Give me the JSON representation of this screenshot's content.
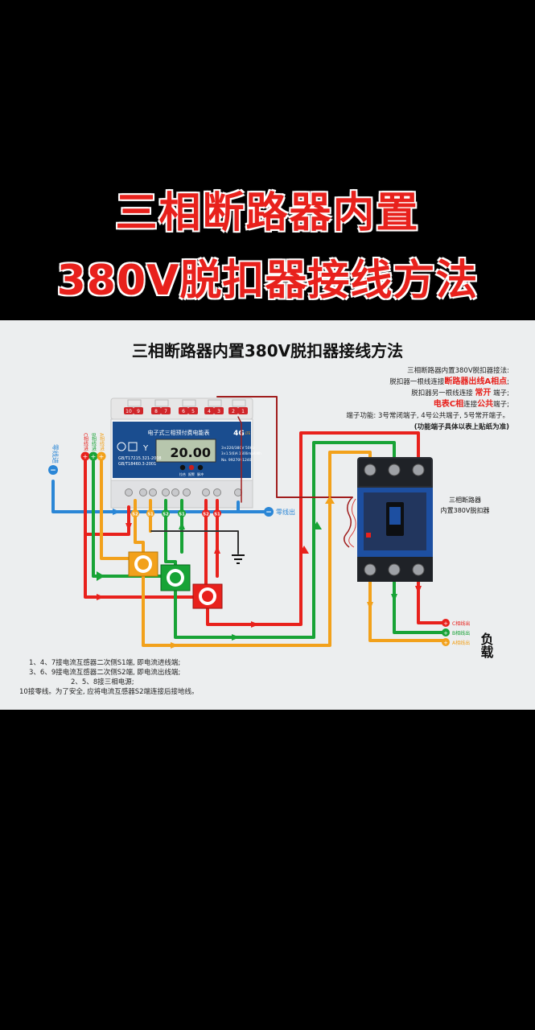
{
  "hero": {
    "line1": "三相断路器内置",
    "line2": "380V脱扣器接线方法"
  },
  "diagram": {
    "title": "三相断路器内置380V脱扣器接线方法",
    "notes": {
      "l1": "三相断路器内置380V脱扣器接法:",
      "l2a": "脱扣器一根线连接",
      "l2b": "断路器出线A相点",
      "l2c": ";",
      "l3a": "脱扣器另一根线连接 ",
      "l3b": "常开",
      "l3c": " 端子;",
      "l4a": "电表C相",
      "l4b": "连接",
      "l4c": "公共",
      "l4d": "端子;",
      "l5": "端子功能: 3号常闭端子, 4号公共端子, 5号常开端子。",
      "l6": "(功能端子具体以表上贴纸为准)"
    },
    "meter": {
      "top_terminals": [
        "10",
        "9",
        "8",
        "7",
        "6",
        "5",
        "4",
        "3",
        "2",
        "1"
      ],
      "bottom_labels": [
        "S2",
        "S1",
        "S2",
        "S1",
        "S2",
        "S1",
        "S2"
      ],
      "name": "电子式三相预付费电能表",
      "badge": "4G",
      "badge_sub": "LTE",
      "display": "20.00",
      "std1": "GB/T17215.321-2008",
      "std2": "GB/T18460.3-2001",
      "rating": "3×220/380V  50Hz",
      "rating2": "3×1.5(6)A 1600imp/kWh",
      "serial": "No. 9927091240",
      "btn1": "拉合",
      "btn2": "报警",
      "btn3": "脉冲"
    },
    "inputs": {
      "neutral_in": "零线进",
      "a": "A相线进",
      "b": "B相线进",
      "c": "C相线进"
    },
    "neutral_out": "零线出",
    "breaker_label_1": "三相断路器",
    "breaker_label_2": "内置380V脱扣器",
    "outputs": {
      "c": "C相线出",
      "b": "B相线出",
      "a": "A相线出"
    },
    "load": "负载",
    "bottom_notes": [
      "1、4、7接电流互感器二次侧S1端, 即电流进线端;",
      "3、6、9接电流互感器二次侧S2端, 即电流出线端;",
      "2、5、8接三相电源;",
      "10接零线。为了安全, 应将电流互感器S2端连接后接地线。"
    ],
    "colors": {
      "red": "#e8211c",
      "green": "#18a336",
      "yellow": "#f2a11b",
      "blue": "#2a86d6",
      "darkred": "#a01d1d"
    }
  }
}
